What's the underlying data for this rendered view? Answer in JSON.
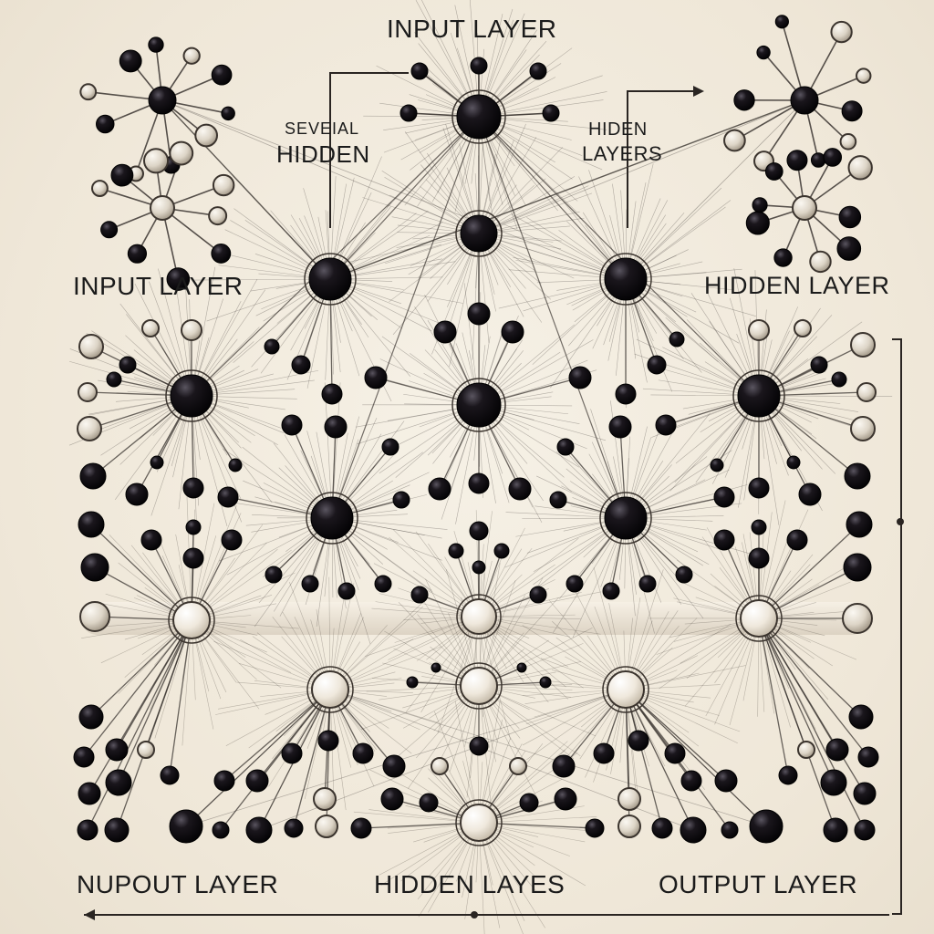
{
  "labels": {
    "top_title": "INPUT LAYER",
    "several": "SEVEIAL",
    "hidden_left": "HIDDEN",
    "hiden": "HIDEN",
    "layers": "LAYERS",
    "input_left": "INPUT LAYER",
    "hidden_right": "HIDDEN LAYER",
    "bottom_left": "NUPOUT LAYER",
    "bottom_center": "HIDDEN LAYES",
    "bottom_right": "OUTPUT LAYER"
  },
  "colors": {
    "background": "#f3ede1",
    "node_dark": "#0c0a0d",
    "node_light": "#f4efe6",
    "line": "#3a3430",
    "text": "#1b1b1b"
  }
}
